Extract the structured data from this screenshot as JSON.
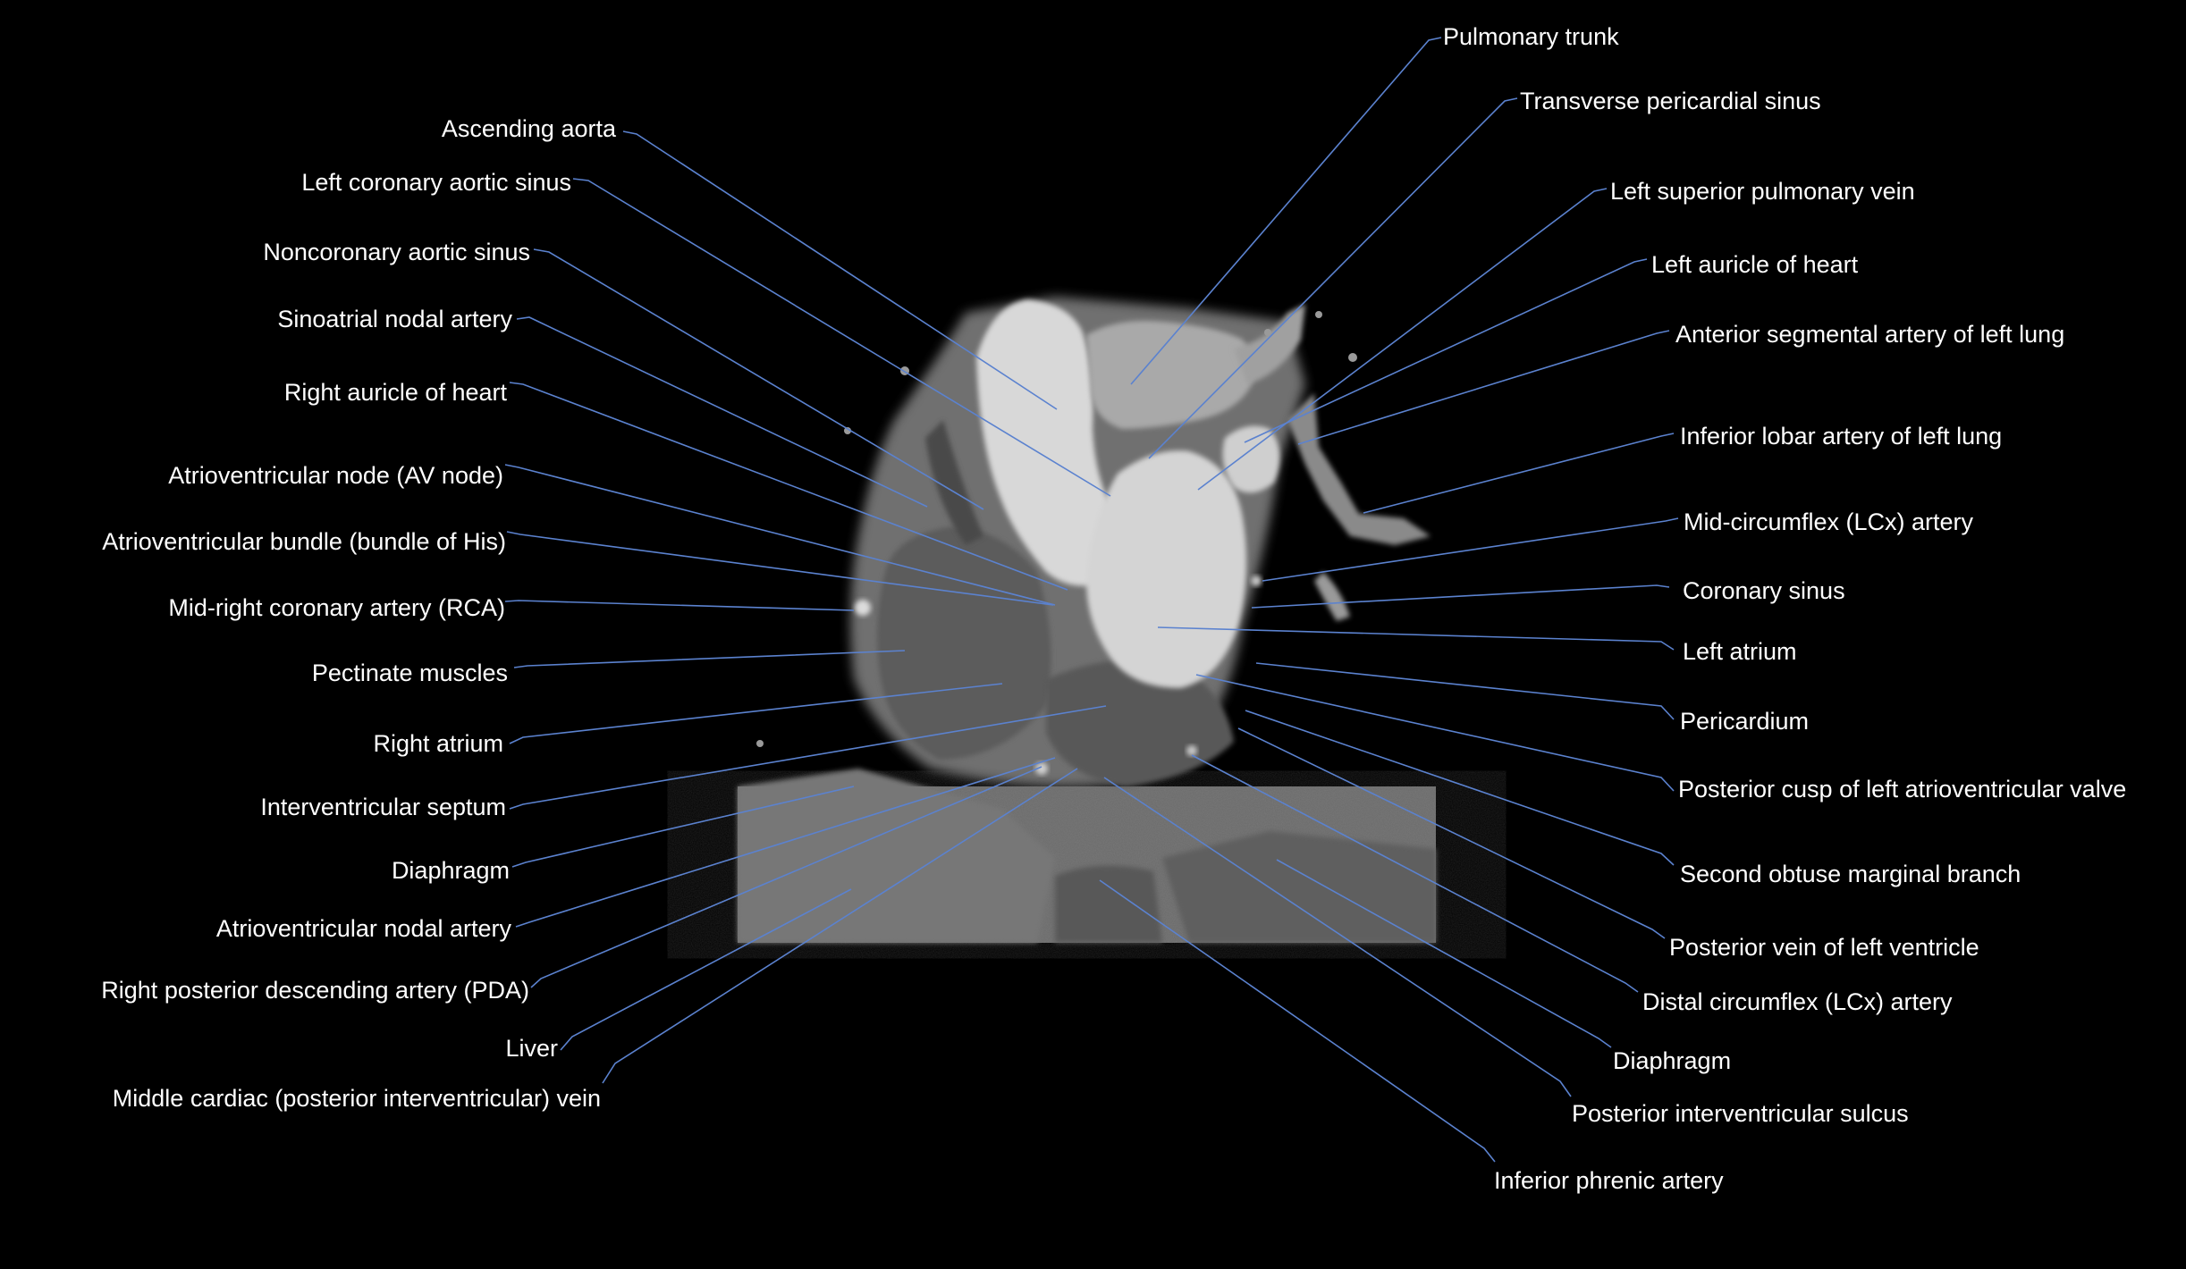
{
  "image": {
    "description_icon": "ct-heart-scan-image",
    "background_color": "#000000",
    "leader_color": "#5b82cf",
    "text_color": "#ffffff"
  },
  "labels_left": [
    {
      "id": "ascending-aorta",
      "text": "Ascending aorta"
    },
    {
      "id": "left-coronary-aortic-sinus",
      "text": "Left coronary aortic sinus"
    },
    {
      "id": "noncoronary-aortic-sinus",
      "text": "Noncoronary aortic sinus"
    },
    {
      "id": "sinoatrial-nodal-artery",
      "text": "Sinoatrial nodal artery"
    },
    {
      "id": "right-auricle-of-heart",
      "text": "Right auricle of heart"
    },
    {
      "id": "atrioventricular-node",
      "text": "Atrioventricular node (AV node)"
    },
    {
      "id": "atrioventricular-bundle",
      "text": "Atrioventricular bundle (bundle of His)"
    },
    {
      "id": "mid-right-coronary-artery",
      "text": "Mid-right coronary artery (RCA)"
    },
    {
      "id": "pectinate-muscles",
      "text": "Pectinate muscles"
    },
    {
      "id": "right-atrium",
      "text": "Right atrium"
    },
    {
      "id": "interventricular-septum",
      "text": "Interventricular septum"
    },
    {
      "id": "diaphragm-left",
      "text": "Diaphragm"
    },
    {
      "id": "atrioventricular-nodal-artery",
      "text": "Atrioventricular nodal artery"
    },
    {
      "id": "right-posterior-descending-artery",
      "text": "Right posterior descending artery (PDA)"
    },
    {
      "id": "liver",
      "text": "Liver"
    },
    {
      "id": "middle-cardiac-vein",
      "text": "Middle cardiac (posterior interventricular) vein"
    }
  ],
  "labels_right": [
    {
      "id": "pulmonary-trunk",
      "text": "Pulmonary trunk"
    },
    {
      "id": "transverse-pericardial-sinus",
      "text": "Transverse pericardial sinus"
    },
    {
      "id": "left-superior-pulmonary-vein",
      "text": "Left superior pulmonary vein"
    },
    {
      "id": "left-auricle-of-heart",
      "text": "Left auricle of heart"
    },
    {
      "id": "anterior-segmental-artery",
      "text": "Anterior segmental artery of left lung"
    },
    {
      "id": "inferior-lobar-artery",
      "text": "Inferior lobar artery of left lung"
    },
    {
      "id": "mid-circumflex-artery",
      "text": "Mid-circumflex (LCx) artery"
    },
    {
      "id": "coronary-sinus",
      "text": "Coronary sinus"
    },
    {
      "id": "left-atrium",
      "text": "Left atrium"
    },
    {
      "id": "pericardium",
      "text": "Pericardium"
    },
    {
      "id": "posterior-cusp",
      "text": "Posterior cusp of left atrioventricular valve"
    },
    {
      "id": "second-obtuse-marginal-branch",
      "text": "Second obtuse marginal branch"
    },
    {
      "id": "posterior-vein-of-left-ventricle",
      "text": "Posterior vein of left ventricle"
    },
    {
      "id": "distal-circumflex-artery",
      "text": "Distal circumflex (LCx) artery"
    },
    {
      "id": "diaphragm-right",
      "text": "Diaphragm"
    },
    {
      "id": "posterior-interventricular-sulcus",
      "text": "Posterior interventricular sulcus"
    },
    {
      "id": "inferior-phrenic-artery",
      "text": "Inferior phrenic artery"
    }
  ]
}
